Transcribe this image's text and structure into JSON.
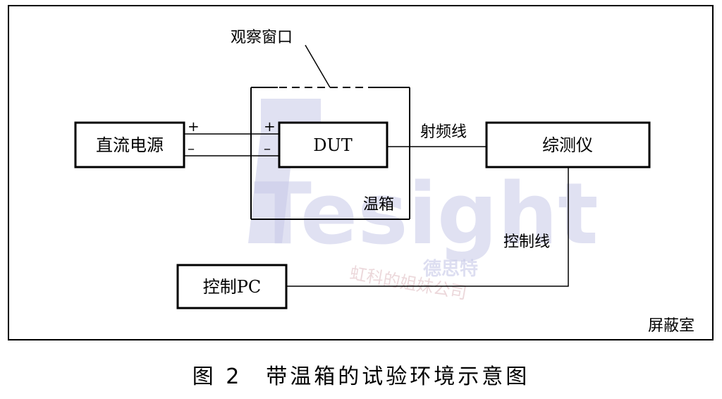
{
  "diagram": {
    "shield_room_label": "屏蔽室",
    "observation_window_label": "观察窗口",
    "dc_power_label": "直流电源",
    "dut_label": "DUT",
    "chamber_label": "温箱",
    "rf_cable_label": "射频线",
    "tester_label": "综测仪",
    "control_cable_label": "控制线",
    "control_pc_label": "控制PC",
    "plus_sign": "+",
    "minus_sign": "–"
  },
  "watermark": {
    "brand": "Tesight",
    "brand_cn": "德思特",
    "sub": "虹科的姐妹公司"
  },
  "caption": "图 2　带温箱的试验环境示意图"
}
